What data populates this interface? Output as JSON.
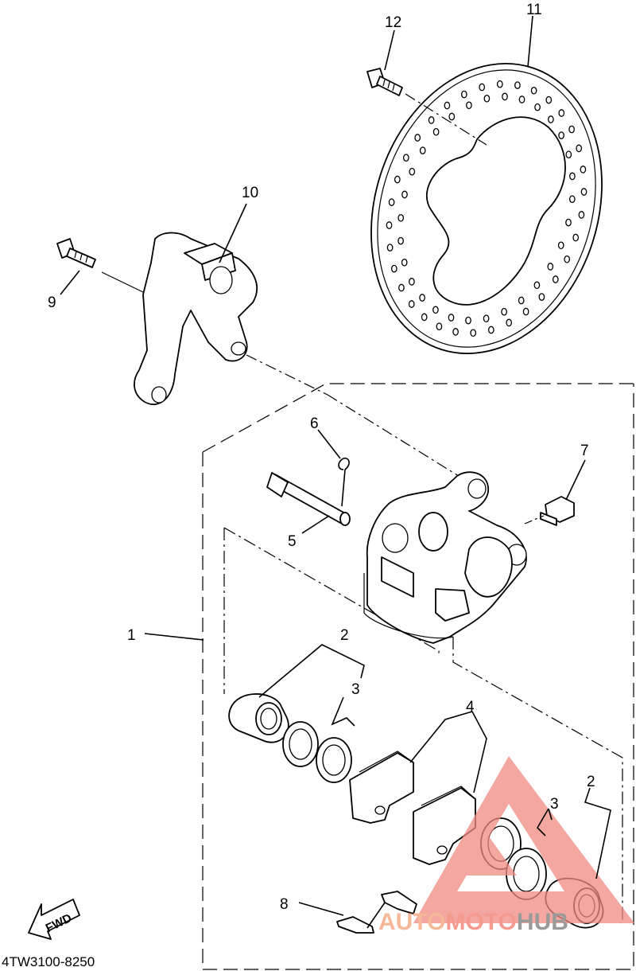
{
  "diagram": {
    "drawing_code": "4TW3100-8250",
    "direction_label": "FWD",
    "watermark": {
      "word_a": "AUTO",
      "word_b": "MOTO",
      "word_c": "HUB",
      "color_a": "#f5b99a",
      "color_b": "#f59a8f",
      "color_c": "#9a9a9a"
    },
    "callouts": {
      "c1": "1",
      "c2a": "2",
      "c2b": "2",
      "c3a": "3",
      "c3b": "3",
      "c4": "4",
      "c5": "5",
      "c6": "6",
      "c7": "7",
      "c8": "8",
      "c9": "9",
      "c10": "10",
      "c11": "11",
      "c12": "12"
    }
  }
}
